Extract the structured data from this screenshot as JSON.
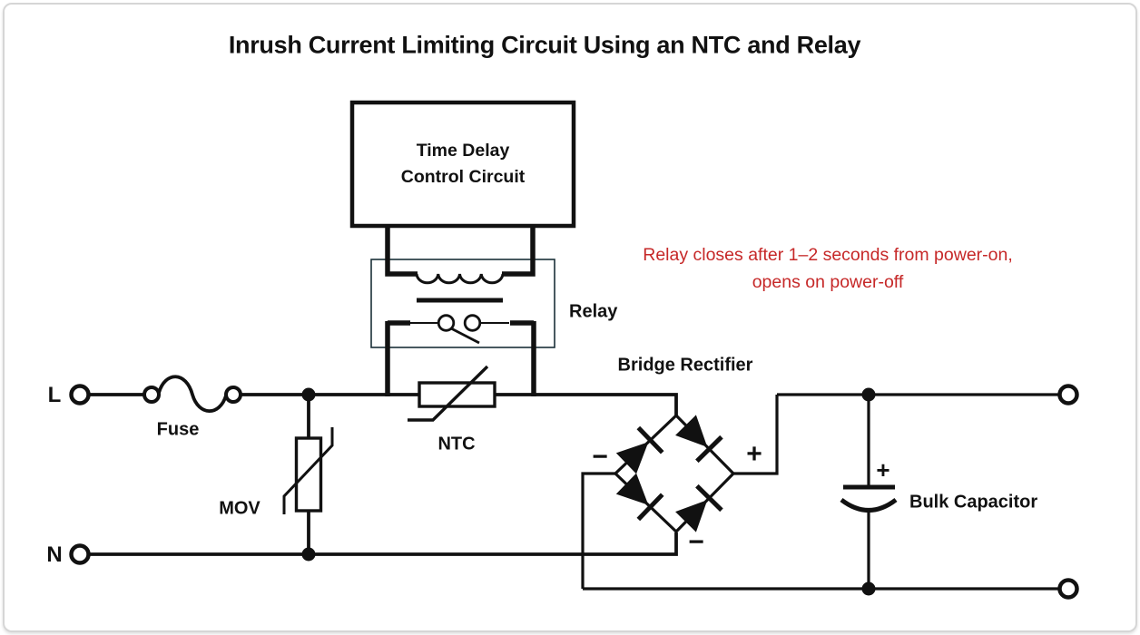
{
  "title": "Inrush Current Limiting Circuit Using an NTC and Relay",
  "time_delay_box": {
    "line1": "Time Delay",
    "line2": "Control Circuit"
  },
  "annotation": {
    "line1": "Relay closes after 1–2 seconds from power-on,",
    "line2": "opens on power-off",
    "color": "#c62828"
  },
  "labels": {
    "relay": "Relay",
    "fuse": "Fuse",
    "mov": "MOV",
    "ntc": "NTC",
    "bridge_rectifier": "Bridge Rectifier",
    "bulk_capacitor": "Bulk Capacitor",
    "terminal_l": "L",
    "terminal_n": "N",
    "bridge_minus_left": "−",
    "bridge_minus_bottom": "−",
    "bridge_plus": "+",
    "capacitor_plus": "+"
  },
  "colors": {
    "wire": "#111111",
    "annotation_red": "#c62828",
    "relay_box_border": "#1b3038",
    "card_border": "#d6d6d6"
  }
}
